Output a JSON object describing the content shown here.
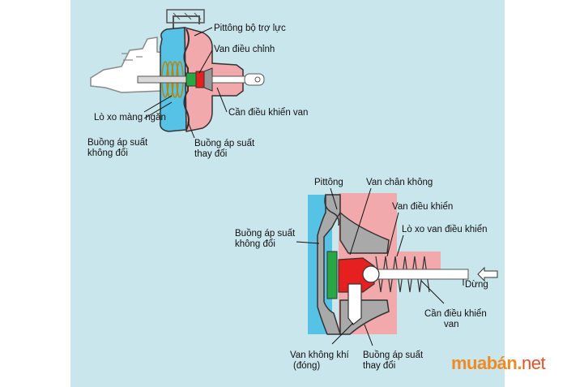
{
  "top_diagram": {
    "labels": {
      "booster_piston": "Pittông bộ trợ lực",
      "control_valve": "Van điều chỉnh",
      "valve_rod": "Cần điều khiển van",
      "diaphragm_spring": "Lò xo màng ngăn",
      "constant_chamber_l1": "Buồng áp suất",
      "constant_chamber_l2": "không đổi",
      "variable_chamber_l1": "Buồng áp suất",
      "variable_chamber_l2": "thay đổi"
    }
  },
  "bottom_diagram": {
    "labels": {
      "piston": "Pittông",
      "vacuum_valve": "Van chân không",
      "control_valve": "Van điều khiển",
      "control_valve_spring": "Lò xo van điều khiển",
      "constant_chamber_l1": "Buồng áp suất",
      "constant_chamber_l2": "không đổi",
      "stop": "Dừng",
      "valve_rod_l1": "Cần điều khiển",
      "valve_rod_l2": "van",
      "air_valve_l1": "Van không khí",
      "air_valve_l2": "(đóng)",
      "variable_chamber_l1": "Buồng áp suất",
      "variable_chamber_l2": "thay đổi"
    }
  },
  "watermark": {
    "brand": "muabán",
    "dot": ".",
    "tld": "net"
  },
  "colors": {
    "background": "#c9e6ec",
    "constant_chamber": "#56c3e6",
    "variable_chamber": "#f2a9ab",
    "body_gray": "#a9a9a9",
    "control_red": "#e5201f",
    "valve_green": "#27a844",
    "watermark_orange": "#f08a24"
  }
}
